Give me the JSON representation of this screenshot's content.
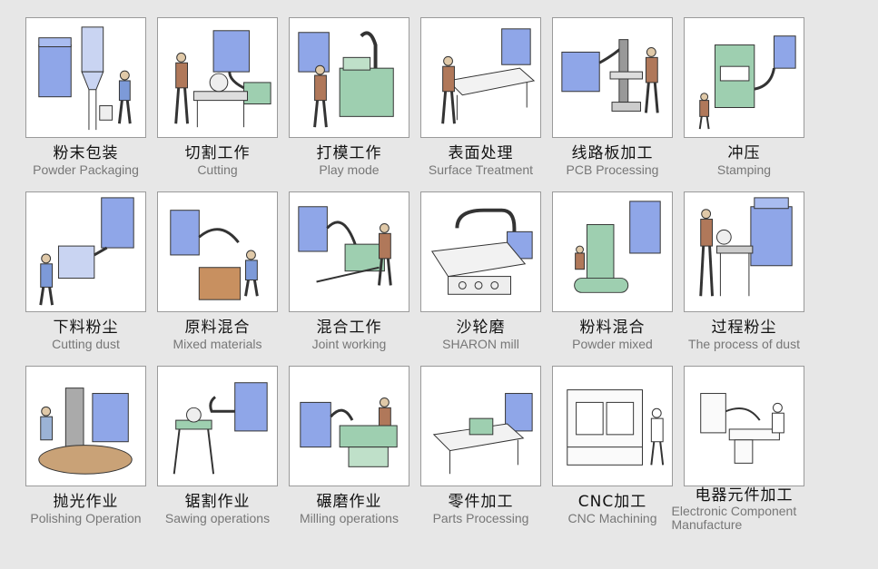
{
  "items": [
    {
      "cn": "粉末包装",
      "en": "Powder Packaging",
      "icon": "powder-packaging-illustration"
    },
    {
      "cn": "切割工作",
      "en": "Cutting",
      "icon": "cutting-illustration"
    },
    {
      "cn": "打模工作",
      "en": "Play mode",
      "icon": "play-mode-illustration"
    },
    {
      "cn": "表面处理",
      "en": "Surface Treatment",
      "icon": "surface-treatment-illustration"
    },
    {
      "cn": "线路板加工",
      "en": "PCB Processing",
      "icon": "pcb-processing-illustration"
    },
    {
      "cn": "冲压",
      "en": "Stamping",
      "icon": "stamping-illustration"
    },
    {
      "cn": "下料粉尘",
      "en": "Cutting dust",
      "icon": "cutting-dust-illustration"
    },
    {
      "cn": "原料混合",
      "en": "Mixed materials",
      "icon": "mixed-materials-illustration"
    },
    {
      "cn": "混合工作",
      "en": "Joint working",
      "icon": "joint-working-illustration"
    },
    {
      "cn": "沙轮磨",
      "en": "SHARON mill",
      "icon": "sharon-mill-illustration"
    },
    {
      "cn": "粉料混合",
      "en": "Powder mixed",
      "icon": "powder-mixed-illustration"
    },
    {
      "cn": "过程粉尘",
      "en": "The process of dust",
      "icon": "process-dust-illustration"
    },
    {
      "cn": "抛光作业",
      "en": "Polishing Operation",
      "icon": "polishing-illustration"
    },
    {
      "cn": "锯割作业",
      "en": "Sawing operations",
      "icon": "sawing-illustration"
    },
    {
      "cn": "碾磨作业",
      "en": "Milling operations",
      "icon": "milling-illustration"
    },
    {
      "cn": "零件加工",
      "en": "Parts Processing",
      "icon": "parts-processing-illustration"
    },
    {
      "cn": "CNC加工",
      "en": "CNC Machining",
      "icon": "cnc-machining-illustration"
    },
    {
      "cn": "电器元件加工",
      "en": "Electronic Component Manufacture",
      "icon": "electronic-component-illustration"
    }
  ],
  "colors": {
    "machine": "#8fa6e8",
    "machine_dark": "#5a6fb8",
    "green": "#9ecfb0",
    "brown": "#c89060",
    "line": "#333333"
  }
}
